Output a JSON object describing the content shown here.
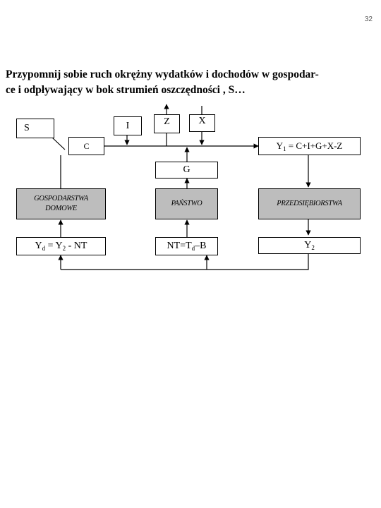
{
  "page_number": "32",
  "heading": {
    "line1": "Przypomnij sobie ruch okrężny wydatków i dochodów w gospodar-",
    "line2": "ce i odpływający w bok strumień oszczędności , S…"
  },
  "nodes": {
    "S": "S",
    "I": "I",
    "Z": "Z",
    "X": "X",
    "C": "C",
    "Y1_base": "Y",
    "Y1_sub": "1",
    "Y1_rest": " = C+I+G+X-Z",
    "G": "G",
    "households": "GOSPODARSTWA DOMOWE",
    "state": "PAŃSTWO",
    "firms": "PRZEDSIĘBIORSTWA",
    "Yd_base": "Y",
    "Yd_sub": "d",
    "Yd_mid": " = Y",
    "Yd_sub2": "2",
    "Yd_rest": " - NT",
    "NT_base": "NT=T",
    "NT_sub": "d",
    "NT_rest": "–B",
    "Y2_base": "Y",
    "Y2_sub": "2"
  }
}
